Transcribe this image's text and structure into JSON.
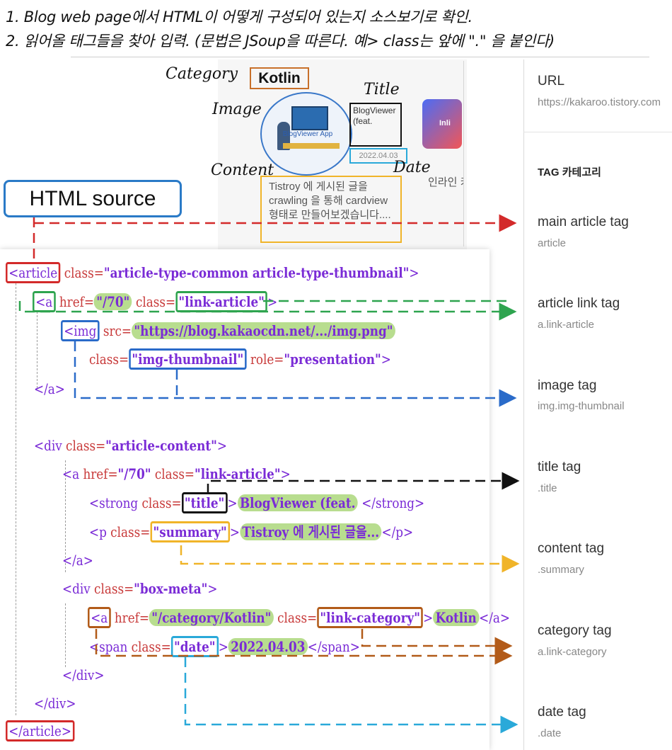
{
  "instructions": {
    "line1": "1. Blog web page에서 HTML이 어떻게 구성되어 있는지 소스보기로 확인.",
    "line2": "2. 읽어올 태그들을 찾아 입력. (문법은 JSoup을 따른다. 예> class는 앞에 \".\" 을 붙인다)"
  },
  "preview": {
    "category_label": "Category",
    "category_value": "Kotlin",
    "title_label": "Title",
    "image_label": "Image",
    "content_label": "Content",
    "date_label": "Date",
    "card_title": "BlogViewer (feat.",
    "card_date": "2022.04.03",
    "card_content": "Tistroy 에 게시된 글을 crawling 을 통해 cardview 형태로 만들어보겠습니다....",
    "card_image_caption": "BlogViewer App",
    "card2_thumb": "Inli",
    "card2_text": "인라인 키워드 제공하 코틀린"
  },
  "html_source_label": "HTML source",
  "code": {
    "article_open": "<article",
    "article_attr": " class=",
    "article_class": "\"article-type-common article-type-thumbnail\"",
    "article_end": ">",
    "a_open": "<a",
    "a_href_attr": " href=",
    "a_href": "\"/70\"",
    "a_class_attr": " class=",
    "a_class": "\"link-article\"",
    "a_end": ">",
    "img_open": "<img",
    "img_src_attr": " src=",
    "img_src": "\"https://blog.kakaocdn.net/.../img.png\"",
    "img_class_attr": "class=",
    "img_class": "\"img-thumbnail\"",
    "img_role_attr": " role=",
    "img_role": "\"presentation\"",
    "img_end": ">",
    "a_close": "</a>",
    "div_open": "<div",
    "div_class_attr": " class=",
    "div_class": "\"article-content\"",
    "div_end": ">",
    "a2_open": "<a",
    "a2_href_attr": " href=",
    "a2_href": "\"/70\"",
    "a2_class_attr": " class=",
    "a2_class": "\"link-article\"",
    "a2_end": ">",
    "strong_open": "<strong",
    "strong_class_attr": " class=",
    "strong_class": "\"title\"",
    "strong_end": ">",
    "strong_text": "BlogViewer (feat.",
    "strong_close": " </strong>",
    "p_open": "<p",
    "p_class_attr": " class=",
    "p_class": "\"summary\"",
    "p_end": ">",
    "p_text": "Tistroy 에 게시된 글을...",
    "p_close": "</p>",
    "a2_close": "</a>",
    "meta_open": "<div",
    "meta_class_attr": " class=",
    "meta_class": "\"box-meta\"",
    "meta_end": ">",
    "cat_open": "<a",
    "cat_href_attr": " href=",
    "cat_href": "\"/category/Kotlin\"",
    "cat_class_attr": " class=",
    "cat_class": "\"link-category\"",
    "cat_end": ">",
    "cat_text": "Kotlin",
    "cat_close": "</a>",
    "span_open": "<span",
    "span_class_attr": " class=",
    "span_class": "\"date\"",
    "span_end": ">",
    "span_text": "2022.04.03",
    "span_close": "</span>",
    "meta_close": "</div>",
    "div_close": "</div>",
    "article_close": "</article>"
  },
  "sidebar": {
    "url_label": "URL",
    "url_value": "https://kakaroo.tistory.com",
    "section_title": "TAG 카테고리",
    "items": [
      {
        "label": "main article tag",
        "value": "article"
      },
      {
        "label": "article link tag",
        "value": "a.link-article"
      },
      {
        "label": "image tag",
        "value": "img.img-thumbnail"
      },
      {
        "label": "title tag",
        "value": ".title"
      },
      {
        "label": "content tag",
        "value": ".summary"
      },
      {
        "label": "category tag",
        "value": "a.link-category"
      },
      {
        "label": "date tag",
        "value": ".date"
      }
    ]
  },
  "colors": {
    "red": "#d32a2a",
    "green": "#2ea44f",
    "blue": "#2a6bc9",
    "black": "#111111",
    "yellow": "#f0b429",
    "brown": "#b25b19",
    "cyan": "#2aa9d9"
  }
}
